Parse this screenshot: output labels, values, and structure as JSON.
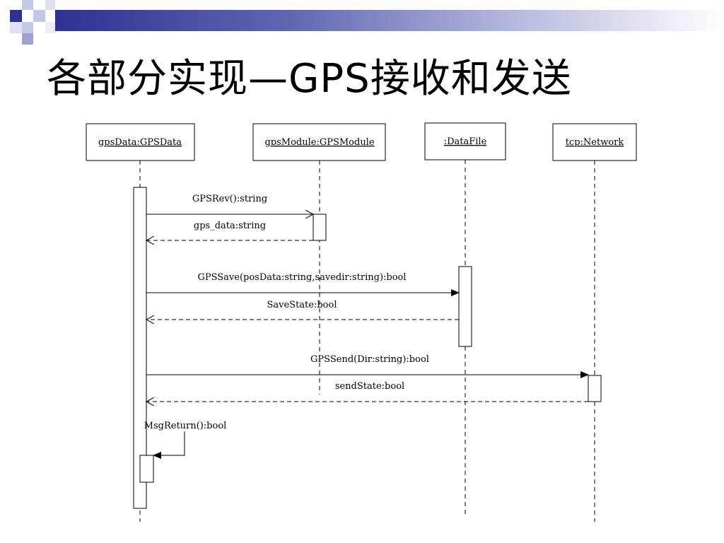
{
  "slide": {
    "title": "各部分实现—GPS接收和发送",
    "accent_color": "#2e3192"
  },
  "diagram": {
    "type": "uml-sequence",
    "lifelines": [
      {
        "id": "gps",
        "label": "gpsData:GPSData"
      },
      {
        "id": "mod",
        "label": "gpsModule:GPSModule"
      },
      {
        "id": "file",
        "label": ":DataFile"
      },
      {
        "id": "net",
        "label": "tcp:Network"
      }
    ],
    "messages": [
      {
        "id": "m1",
        "from": "gps",
        "to": "mod",
        "kind": "call",
        "label": "GPSRev():string"
      },
      {
        "id": "m2",
        "from": "mod",
        "to": "gps",
        "kind": "return",
        "label": "gps_data:string"
      },
      {
        "id": "m3",
        "from": "gps",
        "to": "file",
        "kind": "call",
        "label": "GPSSave(posData:string,savedir:string):bool"
      },
      {
        "id": "m4",
        "from": "file",
        "to": "gps",
        "kind": "return",
        "label": "SaveState:bool"
      },
      {
        "id": "m5",
        "from": "gps",
        "to": "net",
        "kind": "call",
        "label": "GPSSend(Dir:string):bool"
      },
      {
        "id": "m6",
        "from": "net",
        "to": "gps",
        "kind": "return",
        "label": "sendState:bool"
      },
      {
        "id": "m7",
        "from": "gps",
        "to": "gps",
        "kind": "self-call",
        "label": "MsgReturn():bool"
      }
    ]
  }
}
